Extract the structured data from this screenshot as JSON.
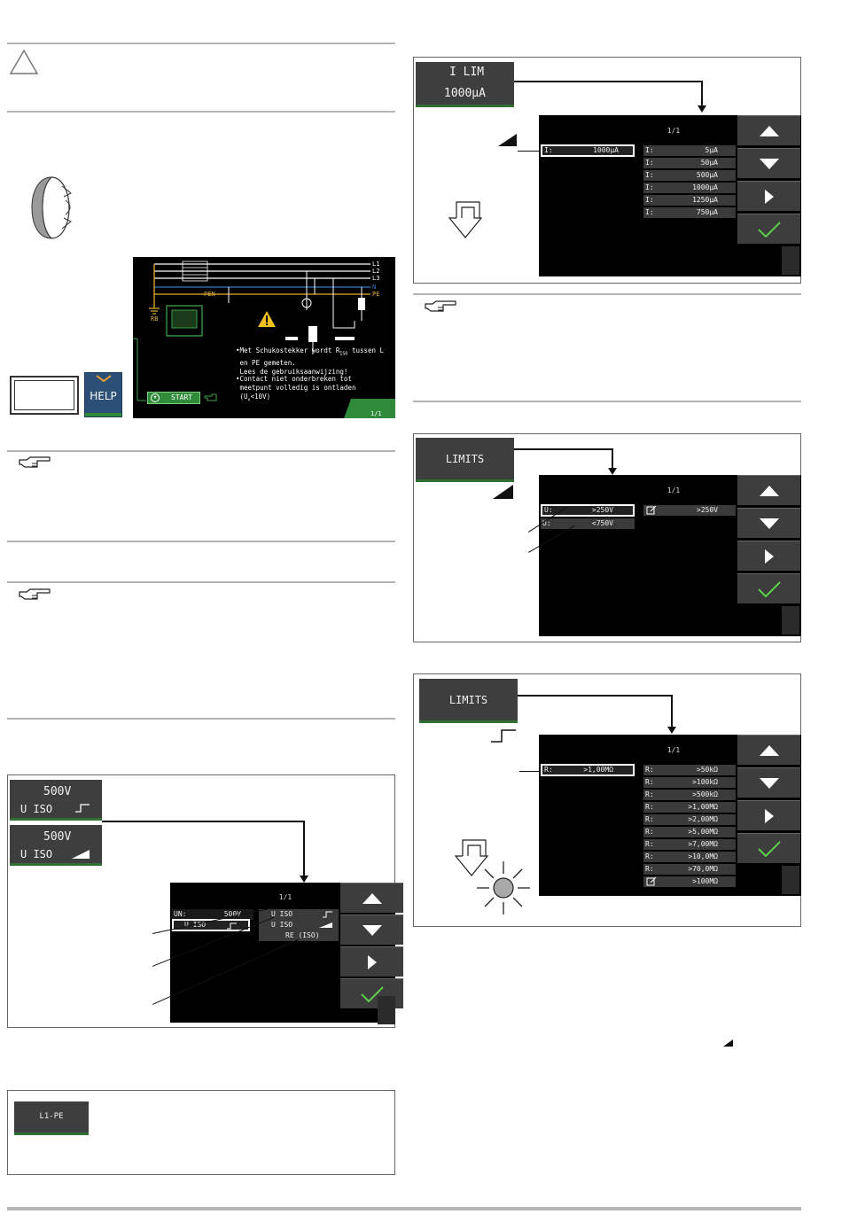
{
  "left": {
    "help_key": "HELP",
    "start_label": "START",
    "wiring": {
      "labels": [
        "L1",
        "L2",
        "L3",
        "N",
        "PE"
      ],
      "pen_label": "PEN",
      "rb_label": "RB",
      "note1_l1": "•Met Schukostekker wordt R",
      "note1_sub": "ISO",
      "note1_l1b": " tussen L",
      "note1_l2": " en PE gemeten.",
      "note1_l3": " Lees de gebruiksaanwijzing!",
      "note2_l1": "•Contact niet onderbreken tot",
      "note2_l2": " meetpunt volledig is ontladen",
      "note2_l3": " (U",
      "note2_sub": "x",
      "note2_l3b": "<10V)",
      "page": "1/1"
    },
    "uiso_section": {
      "softkey1_value": "500V",
      "softkey1_label": "U ISO",
      "softkey2_value": "500V",
      "softkey2_label": "U ISO",
      "screen_title": "1/1",
      "row1_label": "UN:",
      "row1_value": "500V",
      "row2_label": "U ISO",
      "options": [
        "U ISO",
        "U ISO",
        "RE (ISO)"
      ]
    },
    "l1pe_section": {
      "softkey": "L1-PE"
    }
  },
  "right": {
    "ilim_section": {
      "softkey_title": "I LIM",
      "softkey_value": "1000µA",
      "screen_title": "1/1",
      "selected": {
        "label": "I:",
        "value": "1000µA"
      },
      "options": [
        {
          "label": "I:",
          "value": "5µA"
        },
        {
          "label": "I:",
          "value": "50µA"
        },
        {
          "label": "I:",
          "value": "500µA"
        },
        {
          "label": "I:",
          "value": "1000µA"
        },
        {
          "label": "I:",
          "value": "1250µA"
        },
        {
          "label": "I:",
          "value": "750µA"
        }
      ]
    },
    "limits_u_section": {
      "softkey": "LIMITS",
      "screen_title": "1/1",
      "rows": [
        {
          "label": "U:",
          "value": ">250V"
        },
        {
          "label": "U:",
          "value": "<750V"
        }
      ],
      "option": {
        "value": ">250V"
      }
    },
    "limits_r_section": {
      "softkey": "LIMITS",
      "screen_title": "1/1",
      "selected": {
        "label": "R:",
        "value": ">1,00MΩ"
      },
      "options": [
        {
          "label": "R:",
          "value": ">50kΩ"
        },
        {
          "label": "R:",
          "value": ">100kΩ"
        },
        {
          "label": "R:",
          "value": ">500kΩ"
        },
        {
          "label": "R:",
          "value": ">1,00MΩ"
        },
        {
          "label": "R:",
          "value": ">2,00MΩ"
        },
        {
          "label": "R:",
          "value": ">5,00MΩ"
        },
        {
          "label": "R:",
          "value": ">7,00MΩ"
        },
        {
          "label": "R:",
          "value": ">10,0MΩ"
        },
        {
          "label": "R:",
          "value": ">70,0MΩ"
        },
        {
          "label": "",
          "value": ">100MΩ"
        }
      ]
    }
  },
  "colors": {
    "screen_bg": "#000000",
    "softkey_bg": "#3e3e3e",
    "accent_green": "#2f8a3a",
    "check_green": "#5ccf4a",
    "help_blue": "#2c4f78",
    "wire_yellow": "#e0b030",
    "wire_blue": "#3a78c8"
  },
  "icons": [
    "warning-triangle-icon",
    "rotary-knob-icon",
    "pointing-hand-icon",
    "arrow-up-icon",
    "arrow-down-icon",
    "arrow-right-icon",
    "checkmark-icon",
    "ramp-icon",
    "step-pulse-icon",
    "down-arrow-icon",
    "sun-lamp-icon",
    "edit-note-icon",
    "warning-icon"
  ]
}
